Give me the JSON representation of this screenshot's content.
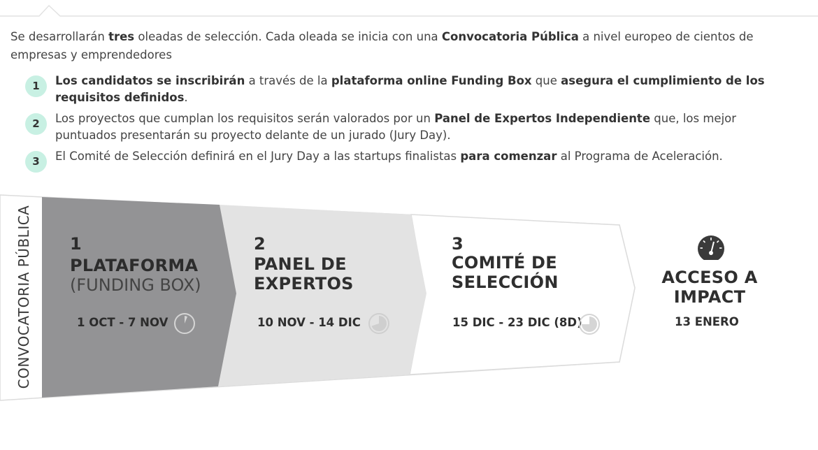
{
  "intro": {
    "t1": "Se desarrollarán ",
    "b1": "tres",
    "t2": " oleadas de selección. Cada oleada se inicia con una ",
    "b2": "Convocatoria Pública",
    "t3": " a nivel europeo de cientos de empresas y emprendedores"
  },
  "steps": [
    {
      "number": "1",
      "b1": "Los candidatos se inscribirán",
      "t1": " a través de la ",
      "b2": "plataforma online Funding Box",
      "t2": " que ",
      "b3": "asegura el cumplimiento de los requisitos definidos",
      "t3": "."
    },
    {
      "number": "2",
      "t1": "Los proyectos que cumplan los requisitos serán valorados por un ",
      "b1": "Panel de Expertos Independiente",
      "t2": " que, los mejor puntuados  presentarán su proyecto delante de un jurado (Jury Day)."
    },
    {
      "number": "3",
      "t1": "El Comité de Selección definirá en el Jury Day a las startups finalistas  ",
      "b1": "para comenzar",
      "t2": " al Programa de Aceleración."
    }
  ],
  "flow": {
    "side_label": "CONVOCATORIA PÚBLICA",
    "stages": [
      {
        "number": "1",
        "title": "PLATAFORMA",
        "subtitle": "(FUNDING BOX)",
        "dates": "1 OCT - 7 NOV",
        "icon": "clock-icon",
        "progress": 0.1
      },
      {
        "number": "2",
        "title_line1": "PANEL DE",
        "title_line2": "EXPERTOS",
        "dates": "10 NOV - 14 DIC",
        "icon": "clock-icon",
        "progress": 0.6
      },
      {
        "number": "3",
        "title_line1": "COMITÉ DE",
        "title_line2": "SELECCIÓN",
        "dates": "15 DIC - 23 DIC (8D)",
        "icon": "clock-icon",
        "progress": 0.75
      }
    ],
    "final": {
      "title_line1": "ACCESO A",
      "title_line2": "IMPACT",
      "date": "13 ENERO",
      "icon": "speedometer-icon"
    }
  },
  "colors": {
    "stage1": "#939395",
    "stage2": "#e3e3e3",
    "stage3": "#ffffff",
    "badge": "#c8f0e3",
    "outline": "#dcdcdc"
  }
}
